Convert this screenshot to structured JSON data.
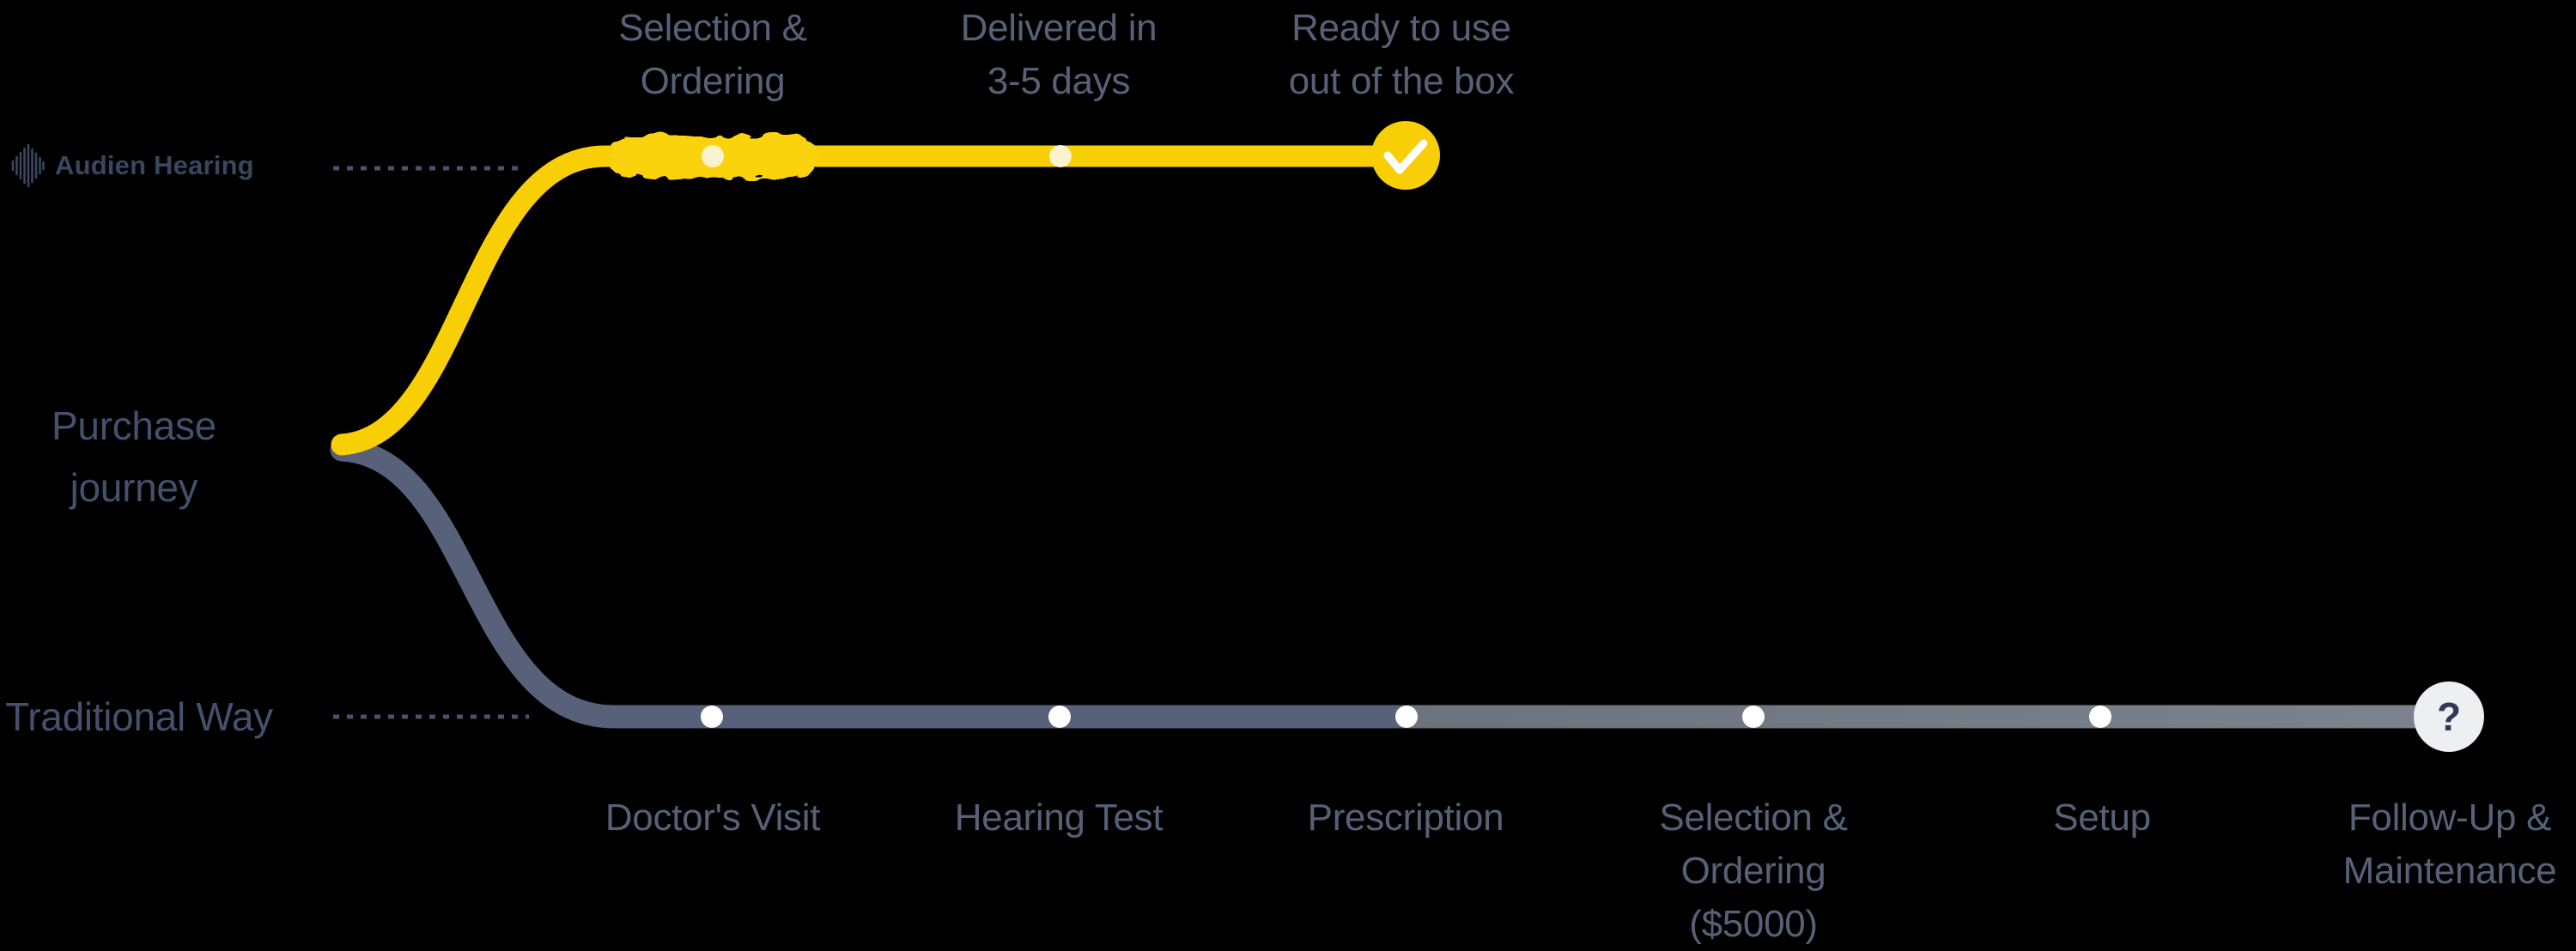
{
  "colors": {
    "accent_yellow": "#F8CE05",
    "highlight_yellow": "#FBD30A",
    "dot_cream": "#FAF3CF",
    "slate_line": "#57627A",
    "gray_line_start": "#6C737C",
    "gray_line_end": "#7C838C",
    "label_text": "#566178",
    "row_label_text": "#44516C",
    "logo_text": "#39465F",
    "dotted_line": "#46536D",
    "question_bg": "#EEEFF1",
    "question_text": "#2F3B55",
    "background": "#000000"
  },
  "brand": {
    "name": "Audien Hearing"
  },
  "journey": {
    "label": "Purchase\njourney"
  },
  "audien": {
    "steps": [
      {
        "label": "Selection &\nOrdering",
        "highlighted": true
      },
      {
        "label": "Delivered in\n3-5 days",
        "highlighted": false
      },
      {
        "label": "Ready to use\nout of the box",
        "highlighted": false,
        "end_marker": "checkmark"
      }
    ]
  },
  "traditional": {
    "label": "Traditional Way",
    "steps": [
      {
        "label": "Doctor's Visit"
      },
      {
        "label": "Hearing Test"
      },
      {
        "label": "Prescription"
      },
      {
        "label": "Selection &\nOrdering\n($5000)"
      },
      {
        "label": "Setup"
      },
      {
        "label": "Follow-Up &\nMaintenance"
      }
    ],
    "end_symbol": "?"
  }
}
